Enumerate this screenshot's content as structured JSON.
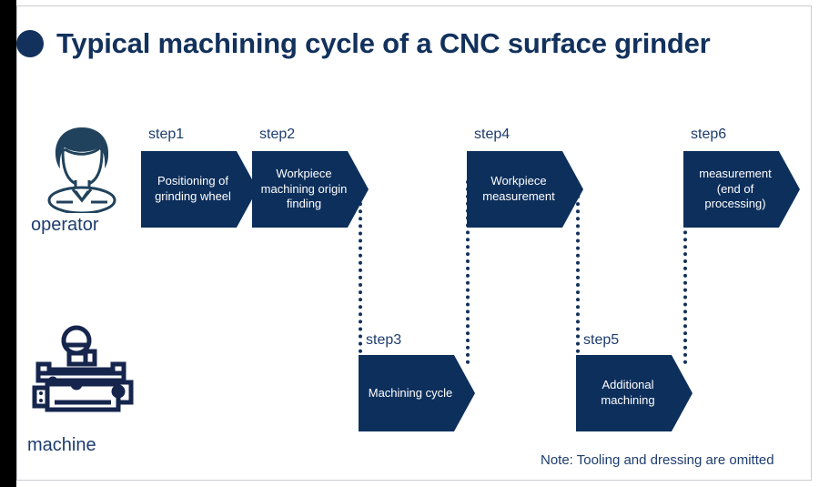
{
  "title": {
    "bullet": "bullet-dot",
    "text": "Typical machining cycle of a CNC surface grinder"
  },
  "lanes": [
    {
      "icon": "operator-icon",
      "label": "operator"
    },
    {
      "icon": "machine-icon",
      "label": "machine"
    }
  ],
  "steps": [
    {
      "id": "step1",
      "label": "step1",
      "text": "Positioning of grinding wheel",
      "lane": "operator"
    },
    {
      "id": "step2",
      "label": "step2",
      "text": "Workpiece machining origin finding",
      "lane": "operator"
    },
    {
      "id": "step3",
      "label": "step3",
      "text": "Machining cycle",
      "lane": "machine"
    },
    {
      "id": "step4",
      "label": "step4",
      "text": "Workpiece measurement",
      "lane": "operator"
    },
    {
      "id": "step5",
      "label": "step5",
      "text": "Additional machining",
      "lane": "machine"
    },
    {
      "id": "step6",
      "label": "step6",
      "text": "measurement (end of processing)",
      "lane": "operator"
    }
  ],
  "note": "Note: Tooling and dressing are omitted",
  "colors": {
    "arrow_fill": "#0d2f5c",
    "text_navy": "#1d3c6e",
    "title_navy": "#12315c",
    "arrow_text": "#ffffff",
    "gutter": "#000000",
    "card_border": "#c9ccd1"
  }
}
